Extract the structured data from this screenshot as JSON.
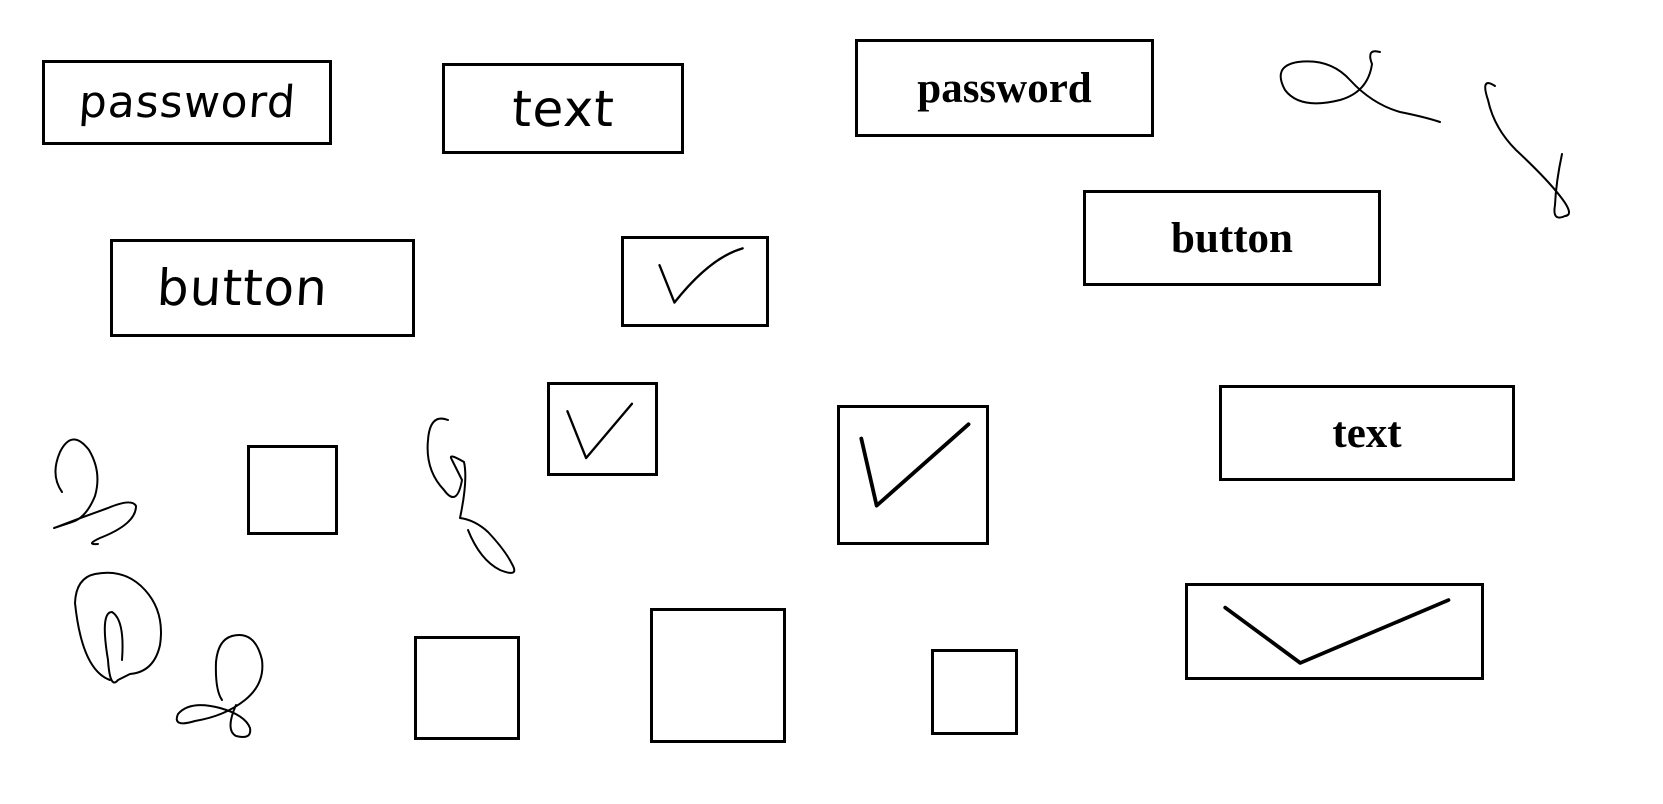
{
  "widgets": {
    "password_handwritten": {
      "label": "password"
    },
    "text_handwritten": {
      "label": "text"
    },
    "password_typed": {
      "label": "password"
    },
    "button_typed": {
      "label": "button"
    },
    "button_handwritten": {
      "label": "button"
    },
    "text_typed": {
      "label": "text"
    }
  },
  "checkboxes": {
    "checkbox_1": {
      "checked": true
    },
    "checkbox_2": {
      "checked": true
    },
    "checkbox_3": {
      "checked": true
    },
    "checkbox_4": {
      "checked": true
    },
    "checkbox_5": {
      "checked": false
    },
    "checkbox_6": {
      "checked": false
    },
    "checkbox_7": {
      "checked": false
    },
    "checkbox_8": {
      "checked": false
    }
  },
  "colors": {
    "stroke": "#000000",
    "background": "#ffffff"
  }
}
